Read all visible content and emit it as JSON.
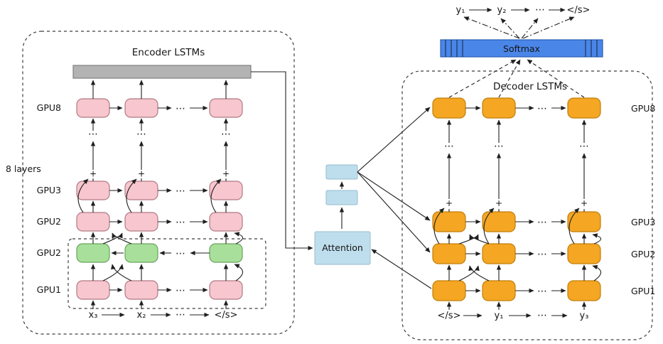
{
  "encoder": {
    "title": "Encoder LSTMs",
    "layers_label": "8 layers",
    "row_labels": [
      "GPU8",
      "GPU3",
      "GPU2",
      "GPU2",
      "GPU1"
    ],
    "inputs": [
      "x₃",
      "x₂",
      "⋯",
      "</s>"
    ],
    "dots": "⋯",
    "plus": "+"
  },
  "attention": {
    "label": "Attention"
  },
  "decoder": {
    "title": "Decoder LSTMs",
    "softmax_label": "Softmax",
    "row_labels": [
      "GPU8",
      "GPU3",
      "GPU2",
      "GPU1"
    ],
    "inputs": [
      "</s>",
      "y₁",
      "⋯",
      "y₃"
    ],
    "outputs": [
      "y₁",
      "y₂",
      "⋯",
      "</s>"
    ],
    "dots": "⋯",
    "plus": "+"
  },
  "colors": {
    "encoder_cell": "#f7c6ce",
    "encoder_cell_border": "#b07b85",
    "reverse_cell": "#a8e09b",
    "reverse_cell_border": "#6aa35c",
    "decoder_cell": "#f5a623",
    "decoder_cell_border": "#c07f0a",
    "encoder_bar": "#b3b3b3",
    "encoder_bar_border": "#808080",
    "attention_fill": "#bfdeed",
    "attention_border": "#93bccd",
    "softmax_fill": "#4a86e8",
    "softmax_border": "#2a5db0",
    "line": "#1f1f1f"
  }
}
